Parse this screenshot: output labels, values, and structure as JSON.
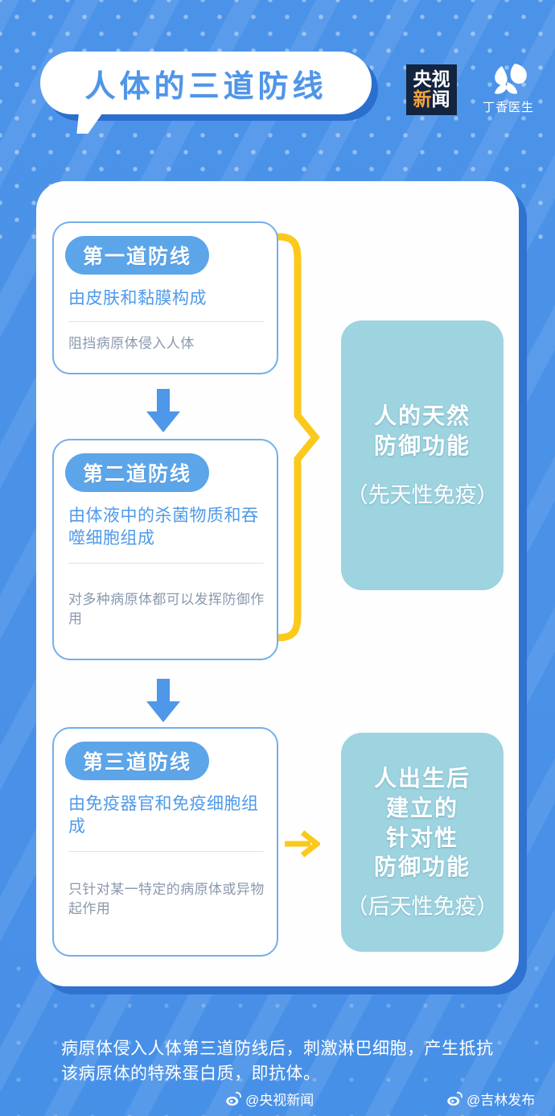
{
  "header": {
    "title": "人体的三道防线",
    "cctv_logo": {
      "line1": "央视",
      "line2_first": "新",
      "line2_second": "闻"
    },
    "dingxiang_logo": {
      "name": "丁香医生",
      "mark": "leaf-mark"
    }
  },
  "defense_lines": [
    {
      "badge": "第一道防线",
      "primary": "由皮肤和黏膜构成",
      "sub": "阻挡病原体侵入人体"
    },
    {
      "badge": "第二道防线",
      "primary": "由体液中的杀菌物质和吞噬细胞组成",
      "sub": "对多种病原体都可以发挥防御作用"
    },
    {
      "badge": "第三道防线",
      "primary": "由免疫器官和免疫细胞组成",
      "sub": "只针对某一特定的病原体或异物起作用"
    }
  ],
  "outcomes": [
    {
      "main": "人的天然\n防御功能",
      "note": "（先天性免疫）"
    },
    {
      "main": "人出生后\n建立的\n针对性\n防御功能",
      "note": "（后天性免疫）"
    }
  ],
  "footer": {
    "note": "病原体侵入人体第三道防线后，刺激淋巴细胞，产生抵抗该病原体的特殊蛋白质，即抗体。",
    "credits": [
      {
        "handle": "@央视新闻",
        "icon": "weibo-icon"
      },
      {
        "handle": "@吉林发布",
        "icon": "weibo-icon"
      }
    ]
  },
  "colors": {
    "background_blue": "#4a93e8",
    "card_white": "#fefefe",
    "card_shadow_blue": "#2f72cf",
    "pill_blue": "#5ca5e9",
    "box_border_blue": "#74aeec",
    "primary_text_blue": "#4f9ae9",
    "sub_text_gray": "#8a99ad",
    "teal_panel": "#9ed3e0",
    "accent_yellow": "#fbc91c",
    "cctv_navy": "#13243f",
    "cctv_orange": "#f3a33a"
  }
}
